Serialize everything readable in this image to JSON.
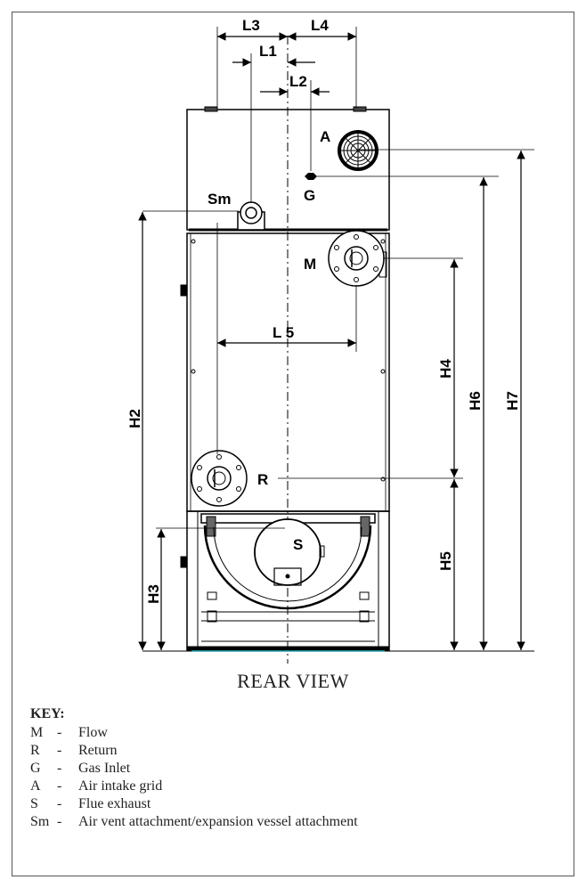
{
  "view_title": "REAR VIEW",
  "dimensions": {
    "L1": "L1",
    "L2": "L2",
    "L3": "L3",
    "L4": "L4",
    "L5": "L 5",
    "H2": "H2",
    "H3": "H3",
    "H4": "H4",
    "H5": "H5",
    "H6": "H6",
    "H7": "H7"
  },
  "connections": {
    "A": "A",
    "G": "G",
    "Sm": "Sm",
    "M": "M",
    "R": "R",
    "S": "S"
  },
  "key": {
    "title": "KEY:",
    "items": [
      {
        "code": "M",
        "sep": "-",
        "desc": "Flow"
      },
      {
        "code": "R",
        "sep": "-",
        "desc": "Return"
      },
      {
        "code": "G",
        "sep": "-",
        "desc": "Gas Inlet"
      },
      {
        "code": "A",
        "sep": "-",
        "desc": "Air intake grid"
      },
      {
        "code": "S",
        "sep": "-",
        "desc": "Flue exhaust"
      },
      {
        "code": "Sm",
        "sep": "-",
        "desc": "Air vent attachment/expansion vessel attachment"
      }
    ]
  }
}
